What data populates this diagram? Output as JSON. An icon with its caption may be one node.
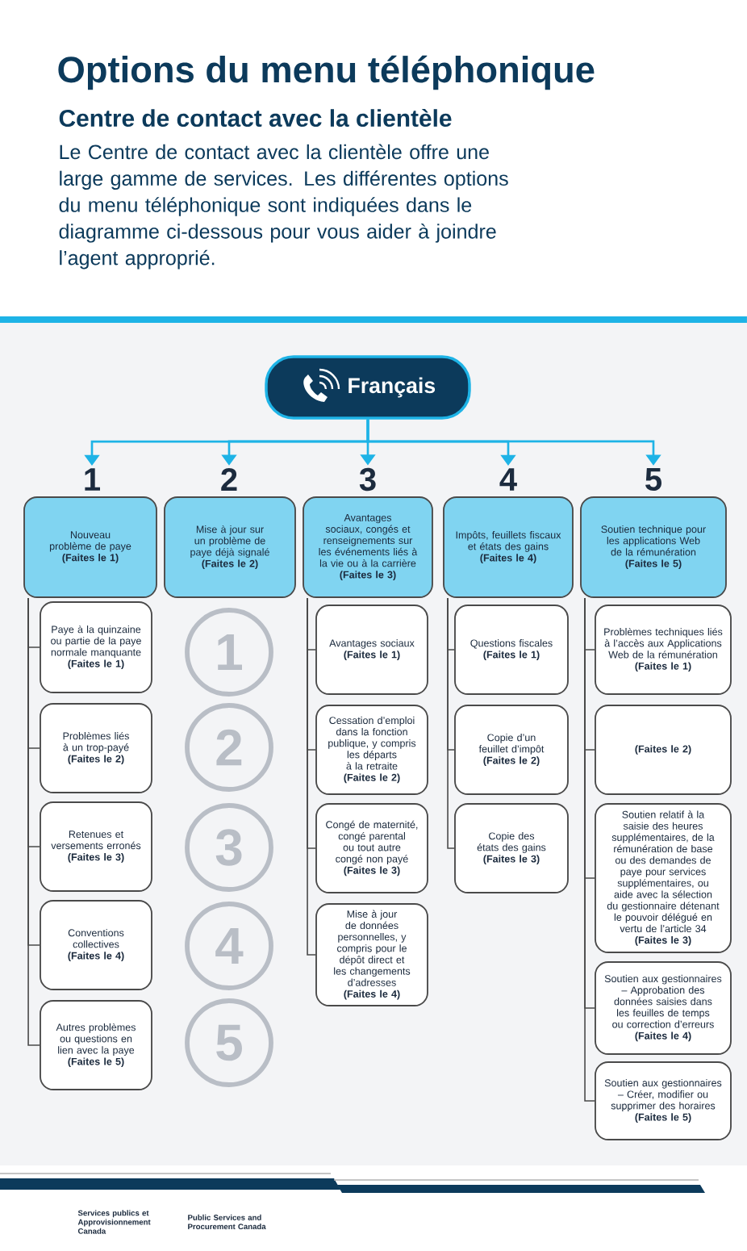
{
  "diagram": {
    "title": "Options du menu téléphonique",
    "nodes": [
      {
        "text": [
          "Français"
        ]
      },
      {
        "text": [
          "1"
        ]
      },
      {
        "text": [
          "2"
        ]
      },
      {
        "text": [
          "3"
        ]
      },
      {
        "text": [
          "4"
        ]
      },
      {
        "text": [
          "5"
        ]
      },
      {
        "text": [
          "Nouveau problème de paye",
          "(Faites le 1)"
        ]
      },
      {
        "text": [
          "Mise à jour sur un problème de paye déjà signalé",
          "(Faites le 2)"
        ]
      },
      {
        "text": [
          "Avantages sociaux, congés et renseignements sur les événements liés à la vie ou à la carrière",
          "(Faites le 3)"
        ]
      },
      {
        "text": [
          "Impôts, feuillets fiscaux et états des gains",
          "(Faites le 4)"
        ]
      },
      {
        "text": [
          "Soutien technique pour les applications Web de la rémunération",
          "(Faites le 5)"
        ]
      },
      {
        "text": [
          "Paye à la quinzaine ou partie de la paye normale manquante",
          "(Faites le 1)"
        ]
      },
      {
        "text": [
          "Problèmes liés à un trop-payé",
          "(Faites le 2)"
        ]
      },
      {
        "text": [
          "Retenues et versements erronés",
          "(Faites le 3)"
        ]
      },
      {
        "text": [
          "Conventions collectives",
          "(Faites le 4)"
        ]
      },
      {
        "text": [
          "Autres problèmes ou questions en lien avec la paye",
          "(Faites le 5)"
        ]
      },
      {
        "text": [
          "Avantages sociaux",
          "(Faites le 1)"
        ]
      },
      {
        "text": [
          "Cessation d’emploi dans la fonction publique, y compris les départs à la retraite",
          "(Faites le 2)"
        ]
      },
      {
        "text": [
          "Congé de maternité, congé parental ou tout autre congé non payé",
          "(Faites le 3)"
        ]
      },
      {
        "text": [
          "Mise à jour de données personnelles, y compris pour le dépôt direct et les changements d’adresses",
          "(Faites le 4)"
        ]
      },
      {
        "text": [
          "Questions fiscales",
          "(Faites le 1)"
        ]
      },
      {
        "text": [
          "Copie d’un feuillet d’impôt",
          "(Faites le 2)"
        ]
      },
      {
        "text": [
          "Copie des états des gains",
          "(Faites le 3)"
        ]
      },
      {
        "text": [
          "Problèmes techniques liés à l’accès aux Applications Web de la rémunération",
          "(Faites le 1)"
        ]
      },
      {
        "text": [
          "(Faites le 2)"
        ]
      },
      {
        "text": [
          "Soutien relatif à la saisie des heures supplémentaires, de la rémunération de base ou des demandes de paye pour services supplémentaires, ou aide avec la sélection du gestionnaire détenant le pouvoir délégué en vertu de l’article 34",
          "(Faites le 3)"
        ]
      },
      {
        "text": [
          "Soutien aux gestionnaires – Approbation des données saisies dans les feuilles de temps ou correction d’erreurs",
          "(Faites le 4)"
        ]
      },
      {
        "text": [
          "Soutien aux gestionnaires – Créer, modifier ou supprimer des horaires",
          "(Faites le 5)"
        ]
      }
    ],
    "edges": [
      {
        "from": 0,
        "to": 1,
        "arrow": "to",
        "color": "#1eb3e6"
      },
      {
        "from": 0,
        "to": 2,
        "arrow": "to",
        "color": "#1eb3e6"
      },
      {
        "from": 0,
        "to": 3,
        "arrow": "to",
        "color": "#1eb3e6"
      },
      {
        "from": 0,
        "to": 4,
        "arrow": "to",
        "color": "#1eb3e6"
      },
      {
        "from": 0,
        "to": 5,
        "arrow": "to",
        "color": "#1eb3e6"
      },
      {
        "from": 6,
        "to": 11,
        "arrow": "none"
      },
      {
        "from": 6,
        "to": 12,
        "arrow": "none"
      },
      {
        "from": 6,
        "to": 13,
        "arrow": "none"
      },
      {
        "from": 6,
        "to": 14,
        "arrow": "none"
      },
      {
        "from": 6,
        "to": 15,
        "arrow": "none"
      },
      {
        "from": 8,
        "to": 16,
        "arrow": "none"
      },
      {
        "from": 8,
        "to": 17,
        "arrow": "none"
      },
      {
        "from": 8,
        "to": 18,
        "arrow": "none"
      },
      {
        "from": 8,
        "to": 19,
        "arrow": "none"
      },
      {
        "from": 9,
        "to": 20,
        "arrow": "none"
      },
      {
        "from": 9,
        "to": 21,
        "arrow": "none"
      },
      {
        "from": 9,
        "to": 22,
        "arrow": "none"
      },
      {
        "from": 10,
        "to": 23,
        "arrow": "none"
      },
      {
        "from": 10,
        "to": 24,
        "arrow": "none"
      },
      {
        "from": 10,
        "to": 25,
        "arrow": "none"
      },
      {
        "from": 10,
        "to": 26,
        "arrow": "none"
      },
      {
        "from": 10,
        "to": 27,
        "arrow": "none"
      }
    ],
    "labels": [
      "Centre de contact avec la clientèle",
      "Le Centre de contact avec la clientèle offre une large gamme de services. Les différentes options du menu téléphonique sont indiquées dans le diagramme ci-dessous pour vous aider à joindre l’agent approprié.",
      "1",
      "2",
      "3",
      "4",
      "5",
      "Services publics et Approvisionnement Canada",
      "Public Services and Procurement Canada"
    ]
  }
}
